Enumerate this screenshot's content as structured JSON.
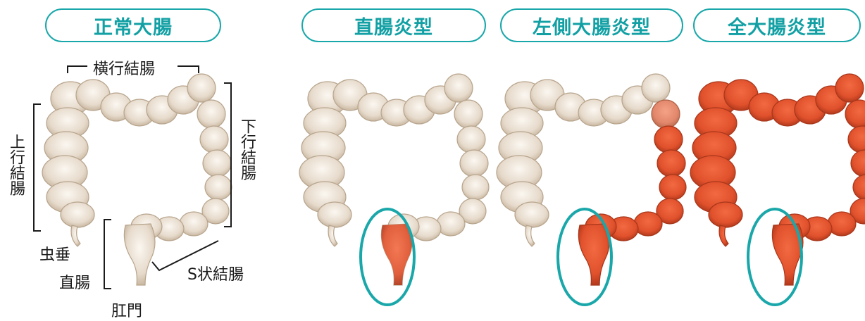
{
  "titles": {
    "normal": "正常大腸",
    "proctitis": "直腸炎型",
    "left_sided": "左側大腸炎型",
    "pancolitis": "全大腸炎型"
  },
  "labels": {
    "transverse_colon": "横行結腸",
    "ascending_colon": "上行結腸",
    "descending_colon": "下行結腸",
    "appendix": "虫垂",
    "rectum": "直腸",
    "sigmoid_colon": "S状結腸",
    "anus": "肛門"
  },
  "colors": {
    "accent": "#1aa7aa",
    "healthy": "#e8ddd0",
    "inflamed": "#e2532e"
  }
}
